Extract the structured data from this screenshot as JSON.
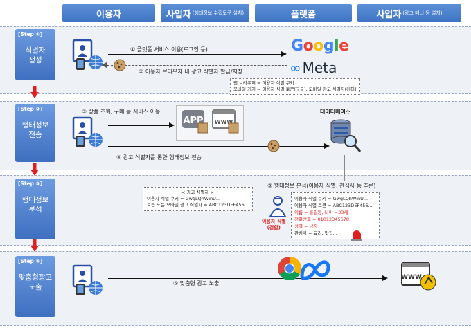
{
  "headers": {
    "user": "이용자",
    "business1_main": "사업자",
    "business1_sub": "(행태정보 수집도구 설치)",
    "platform": "플랫폼",
    "business2_main": "사업자",
    "business2_sub": "(광고 배너 등 설치)"
  },
  "steps": [
    {
      "tag": "[Step ①]",
      "title_line1": "식별자",
      "title_line2": "생성"
    },
    {
      "tag": "[Step ②]",
      "title_line1": "행태정보",
      "title_line2": "전송"
    },
    {
      "tag": "[Step ③]",
      "title_line1": "행태정보",
      "title_line2": "분석"
    },
    {
      "tag": "[Step ④]",
      "title_line1": "맞춤형광고",
      "title_line2": "노출"
    }
  ],
  "flows": {
    "f1": "① 플랫폼 서비스 이용(로그인 등)",
    "f2": "② 이용자 브라우저 내 광고 식별자 발급/저장",
    "f3": "③ 상품 조회, 구매 등 서비스 이용",
    "f4": "④ 광고 식별자를 통한 행태정보 전송",
    "f5": "⑤ 행태정보 분석(이용자 식별, 관심사 등 추론)",
    "f6": "⑥ 맞춤형 광고 노출"
  },
  "logos": {
    "google": "Google",
    "meta": "Meta"
  },
  "note1": [
    "웹 브라우저 = 이용자 식별 쿠키",
    "모바일 기기 = 이용자 식별 토큰(구글), 모바일 광고 식별자(메타)"
  ],
  "database_label": "데이터베이스",
  "app_label": "APP",
  "web_label": "WWW",
  "note2": {
    "title": "< 광고 식별자 >",
    "line1": "이용자 식별 쿠키 = GwgLQhWinU...",
    "line2": "토큰 또는 모바일 광고 식별자 = ABC123DEF456..."
  },
  "note3": {
    "line1": "이용자 식별 쿠키 = GwgLQhWinU...",
    "line2": "이용자 식별 토큰 = ABC123DEF456...",
    "line3": "이름 = 홍길동, 나이 =33세",
    "line4": "전화번호 = 01012345678",
    "line5": "성별 = 남자",
    "line6": "관심사 = 요리, 맛집..."
  },
  "person_label_line1": "이용자 식별",
  "person_label_line2": "(결합)",
  "colors": {
    "header": "#4a7fcc",
    "step": "#4f80cf",
    "red_arrow": "#e02020",
    "highlight": "#d22222"
  }
}
